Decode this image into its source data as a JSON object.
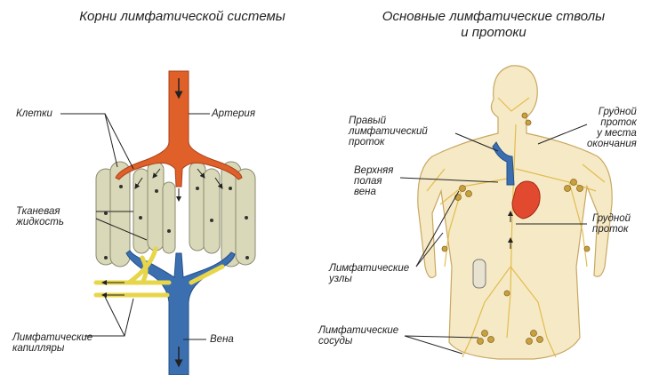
{
  "left_panel": {
    "title": "Корни лимфатической системы",
    "labels": {
      "cells": "Клетки",
      "artery": "Артерия",
      "tissue_fluid_1": "Тканевая",
      "tissue_fluid_2": "жидкость",
      "lymph_capillaries_1": "Лимфатические",
      "lymph_capillaries_2": "капилляры",
      "vein": "Вена"
    }
  },
  "right_panel": {
    "title_1": "Основные лимфатические стволы",
    "title_2": "и протоки",
    "labels": {
      "right_duct_1": "Правый",
      "right_duct_2": "лимфатический",
      "right_duct_3": "проток",
      "sup_vena_cava_1": "Верхняя",
      "sup_vena_cava_2": "полая",
      "sup_vena_cava_3": "вена",
      "thoracic_end_1": "Грудной",
      "thoracic_end_2": "проток",
      "thoracic_end_3": "у места",
      "thoracic_end_4": "окончания",
      "thoracic_duct_1": "Грудной",
      "thoracic_duct_2": "проток",
      "lymph_nodes_1": "Лимфатические",
      "lymph_nodes_2": "узлы",
      "lymph_vessels_1": "Лимфатические",
      "lymph_vessels_2": "сосуды"
    }
  },
  "colors": {
    "artery": "#e0602a",
    "vein": "#3c6fb0",
    "lymph": "#e8d64a",
    "cell": "#d9d8b8",
    "body": "#f6e9c6",
    "heart": "#e24a30"
  }
}
